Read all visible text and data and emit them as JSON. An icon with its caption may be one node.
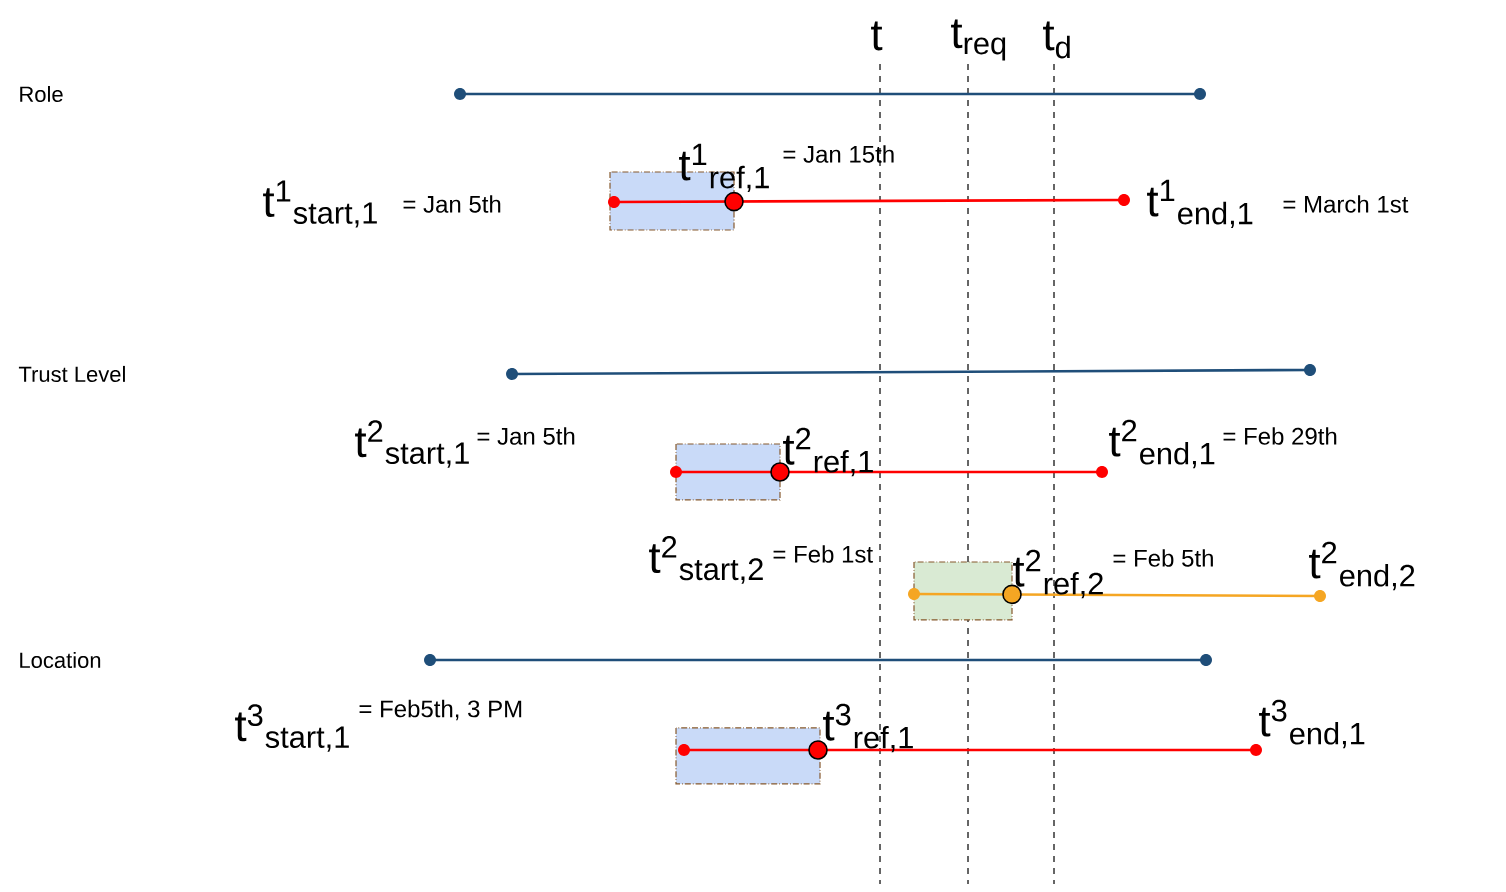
{
  "diagram": {
    "labels": [
      "t",
      "t$_{req}$",
      "t$_{d}$",
      "Role",
      "t$^{1}$$_{ref,1}$",
      "= Jan 15th",
      "t$^{1}$$_{start,1}$",
      "= Jan 5th",
      "t$^{1}$$_{end,1}$",
      "= March 1st",
      "Trust Level",
      "t$^{2}$$_{start,1}$",
      "= Jan 5th",
      "t$^{2}$$_{ref,1}$",
      "t$^{2}$$_{end,1}$",
      "= Feb 29th",
      "t$^{2}$$_{start,2}$",
      "= Feb 1st",
      "t$^{2}$$_{ref,2}$",
      "= Feb 5th",
      "t$^{2}$$_{end,2}$",
      "Location",
      "t$^{3}$$_{start,1}$",
      "= Feb5th, 3 PM",
      "t$^{3}$$_{ref,1}$",
      "t$^{3}$$_{end,1}$"
    ]
  }
}
